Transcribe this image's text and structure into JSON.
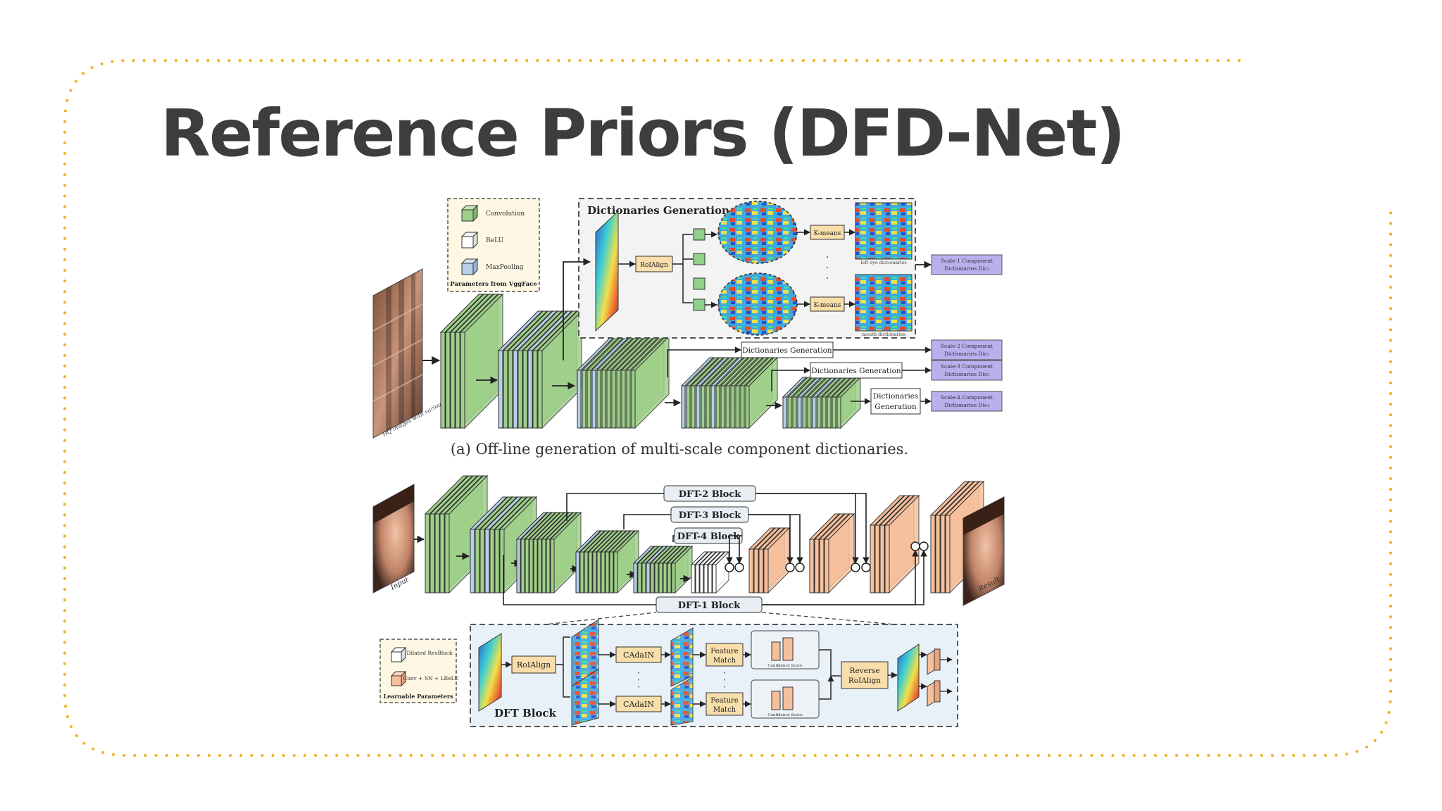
{
  "slide": {
    "title": "Reference Priors (DFD-Net)",
    "accent_color": "#f0b323"
  },
  "figure_a": {
    "legend": {
      "items": [
        "Convolution",
        "ReLU",
        "MaxPooling"
      ],
      "caption": "Parameters from VggFace"
    },
    "input_caption": "HQ images with various Pose and Expressions",
    "dictionaries_generation_title": "Dictionaries Generation",
    "roialign_label": "RoIAlign",
    "kmeans_label": "K-means",
    "dict_caption_top": "left eye dictionaries",
    "dict_caption_bottom": "mouth dictionaries",
    "dg_box_label": "Dictionaries Generation",
    "dg_box_label_split": [
      "Dictionaries",
      "Generation"
    ],
    "scale_outputs": [
      {
        "line1": "Scale-1 Component",
        "line2": "Dictionaries Dic₁"
      },
      {
        "line1": "Scale-2 Component",
        "line2": "Dictionaries Dic₂"
      },
      {
        "line1": "Scale-3 Component",
        "line2": "Dictionaries Dic₃"
      },
      {
        "line1": "Scale-4 Component",
        "line2": "Dictionaries Dic₄"
      }
    ],
    "caption": "(a) Off-line generation of multi-scale component dictionaries."
  },
  "figure_b": {
    "input_label": "Input",
    "result_label": "Result",
    "dft_blocks": [
      "DFT-2 Block",
      "DFT-3 Block",
      "DFT-4 Block",
      "DFT-1 Block"
    ],
    "legend": {
      "items": [
        "Dilated ResBlock",
        "Conv + SN + LReLU"
      ],
      "caption": "Learnable Parameters"
    },
    "detail": {
      "title": "DFT Block",
      "roialign_label": "RoIAlign",
      "cadain_label": "CAdaIN",
      "feature_match_lines": [
        "Feature",
        "Match"
      ],
      "reverse_roialign_lines": [
        "Reverse",
        "RoIAlign"
      ],
      "confidence_label": "Confidence Score"
    }
  },
  "colors": {
    "green_layer": "#9fd08a",
    "blue_layer": "#b7cfe8",
    "orange_layer": "#f6c09c",
    "purple_box": "#b9b0ee",
    "yellow_box": "#f8deaa",
    "ink": "#2a2a2a"
  }
}
